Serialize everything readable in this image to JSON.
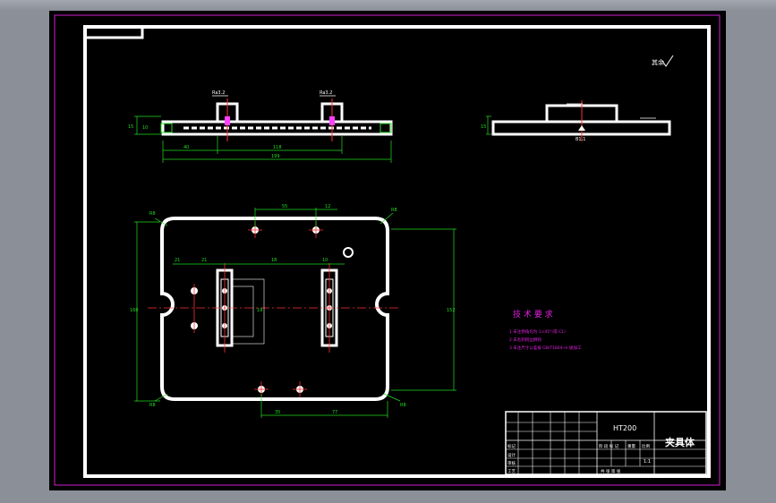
{
  "drawing": {
    "roughness_mark": "其余",
    "roughness_value_1": "Ra3.2",
    "roughness_value_2": "Ra3.2"
  },
  "top_view_dims": {
    "d_left": "40",
    "d_mid": "118",
    "d_total": "199",
    "d_height": "15",
    "d_small": "10"
  },
  "side_view_dims": {
    "d_height": "15",
    "d_bottom": "B1.1"
  },
  "plan_dims": {
    "r_tl": "R8",
    "r_tr": "R8",
    "r_bl": "R8",
    "r_br": "R8",
    "top_dim_1": "55",
    "top_dim_2": "12",
    "mid_dim_1": "21",
    "mid_dim_2": "21",
    "mid_dim_3": "18",
    "mid_dim_4": "10",
    "left_height": "160",
    "right_height": "152",
    "bottom_dim_1": "35",
    "bottom_dim_2": "77",
    "slot_dim": "19"
  },
  "tech_requirements": {
    "title": "技 术 要 求",
    "items": [
      "1  未注倒角均为 1×45°(或 C1)",
      "2  去毛刺锐边倒钝",
      "3  未注尺寸公差按 GB/T1804-m 级加工"
    ]
  },
  "title_block": {
    "material": "HT200",
    "part_name": "夹具体",
    "row_labels": [
      "标记",
      "设计",
      "审核",
      "工艺"
    ],
    "col_labels": [
      "阶 段 标 记",
      "重量",
      "比例"
    ],
    "scale": "1:1",
    "sheet": "共  张  第  张"
  }
}
